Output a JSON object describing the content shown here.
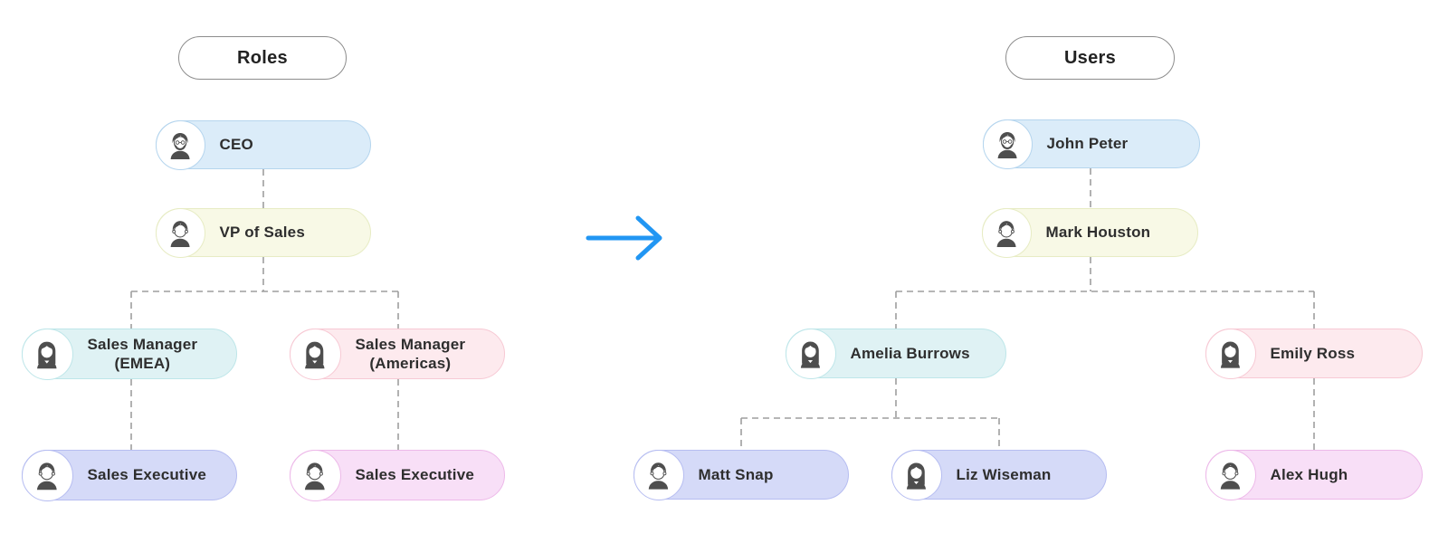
{
  "left_chart": {
    "title": "Roles",
    "nodes": [
      {
        "label": "CEO",
        "avatar": "man-beard",
        "fill": "#dbecf9",
        "border": "#b5d5ee"
      },
      {
        "label": "VP of Sales",
        "avatar": "man",
        "fill": "#f8f9e6",
        "border": "#e7ecc4"
      },
      {
        "label": "Sales Manager",
        "label2": "(EMEA)",
        "avatar": "woman",
        "fill": "#dff2f4",
        "border": "#bee6e9"
      },
      {
        "label": "Sales Manager",
        "label2": "(Americas)",
        "avatar": "woman",
        "fill": "#fdeaee",
        "border": "#f7c9d4"
      },
      {
        "label": "Sales Executive",
        "avatar": "man",
        "fill": "#d5daf8",
        "border": "#b6bdf1"
      },
      {
        "label": "Sales Executive",
        "avatar": "man",
        "fill": "#f8dff7",
        "border": "#edb9e9"
      }
    ]
  },
  "right_chart": {
    "title": "Users",
    "nodes": [
      {
        "label": "John Peter",
        "avatar": "man-beard",
        "fill": "#dbecf9",
        "border": "#b5d5ee"
      },
      {
        "label": "Mark Houston",
        "avatar": "man",
        "fill": "#f8f9e6",
        "border": "#e7ecc4"
      },
      {
        "label": "Amelia Burrows",
        "avatar": "woman",
        "fill": "#dff2f4",
        "border": "#bee6e9"
      },
      {
        "label": "Emily Ross",
        "avatar": "woman",
        "fill": "#fdeaee",
        "border": "#f7c9d4"
      },
      {
        "label": "Matt Snap",
        "avatar": "man",
        "fill": "#d5daf8",
        "border": "#b6bdf1"
      },
      {
        "label": "Liz Wiseman",
        "avatar": "woman",
        "fill": "#d5daf8",
        "border": "#b6bdf1"
      },
      {
        "label": "Alex Hugh",
        "avatar": "man",
        "fill": "#f8dff7",
        "border": "#edb9e9"
      }
    ]
  },
  "arrow": {
    "color": "#2196f3"
  },
  "connectors": {
    "color": "#9e9e9e"
  }
}
